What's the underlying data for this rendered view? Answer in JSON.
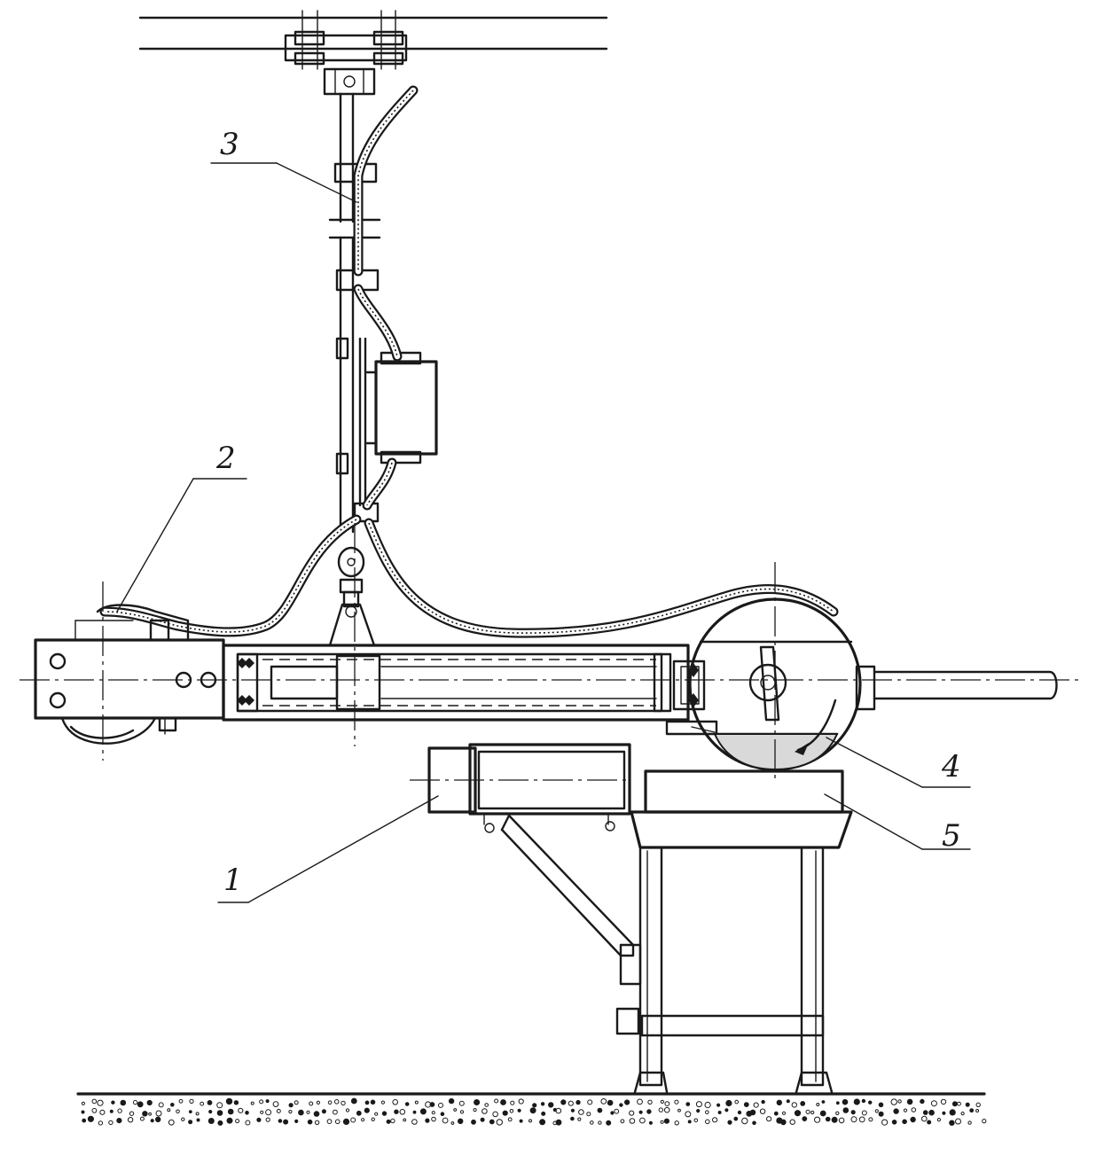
{
  "callouts": {
    "c1": "1",
    "c2": "2",
    "c3": "3",
    "c4": "4",
    "c5": "5"
  },
  "colors": {
    "ink": "#1a1a1a",
    "paper": "#ffffff"
  },
  "icons": {
    "ground_hatch": "ground-hatch-pattern",
    "wheel_arrow": "rotation-arrow-icon"
  }
}
